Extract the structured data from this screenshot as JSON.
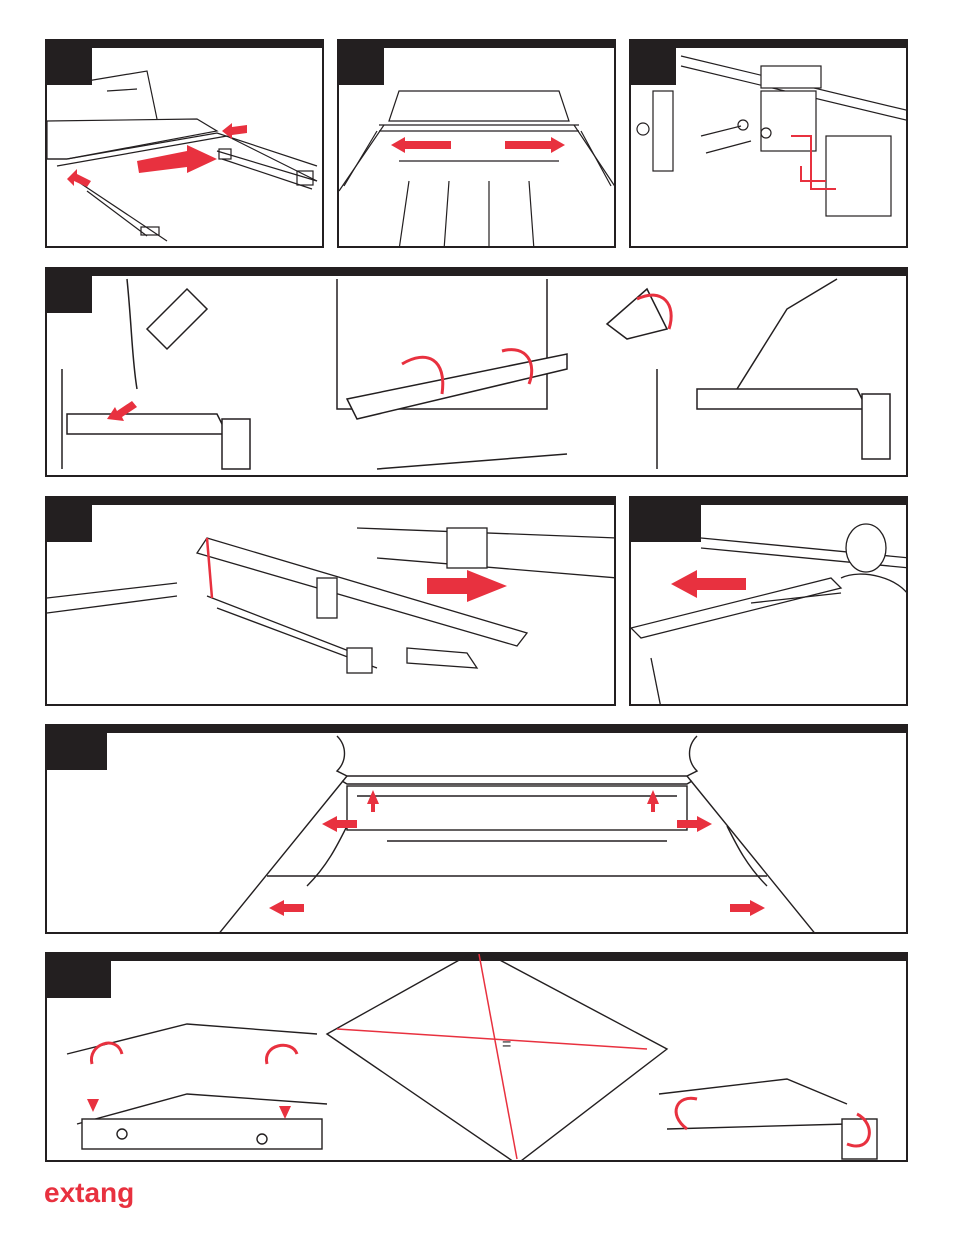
{
  "brand": {
    "name": "extang",
    "color": "#e8313f"
  },
  "colors": {
    "ink": "#231f20",
    "accent": "#e8313f",
    "paper": "#ffffff"
  },
  "icons": [
    "arrow-icon",
    "rotate-arrow-icon",
    "equal-sign-icon"
  ],
  "panels": [
    {
      "id": "step-1",
      "content": "rail-installation-illustration"
    },
    {
      "id": "step-2",
      "content": "rail-spread-illustration"
    },
    {
      "id": "step-3",
      "content": "clamp-bolt-assembly-illustration"
    },
    {
      "id": "step-4",
      "content": "seal-hook-profile-illustration"
    },
    {
      "id": "step-5",
      "content": "crossbar-frame-illustration"
    },
    {
      "id": "step-6",
      "content": "person-pushing-rail-illustration"
    },
    {
      "id": "step-7",
      "content": "truck-bed-alignment-illustration"
    },
    {
      "id": "step-8",
      "content": "frame-squaring-illustration",
      "diagonal_mark": "="
    }
  ]
}
